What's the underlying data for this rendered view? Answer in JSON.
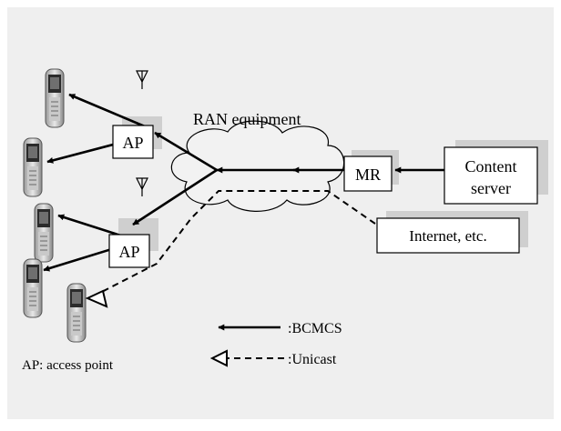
{
  "labels": {
    "ran": "RAN equipment",
    "ap_top": "AP",
    "ap_bottom": "AP",
    "mr": "MR",
    "content_line1": "Content",
    "content_line2": "server",
    "internet": "Internet, etc.",
    "ap_legend": "AP: access point"
  },
  "legend": {
    "bcmcs": ":BCMCS",
    "unicast": ":Unicast"
  },
  "colors": {
    "background_panel": "#efefef",
    "shadow": "#cfcfcf",
    "cloud_fill": "#f2f2f2",
    "box_fill": "#ffffff",
    "stroke": "#000000"
  },
  "icons": {
    "antenna": "antenna-icon",
    "phone": "mobile-phone-icon",
    "cloud": "cloud-icon"
  }
}
